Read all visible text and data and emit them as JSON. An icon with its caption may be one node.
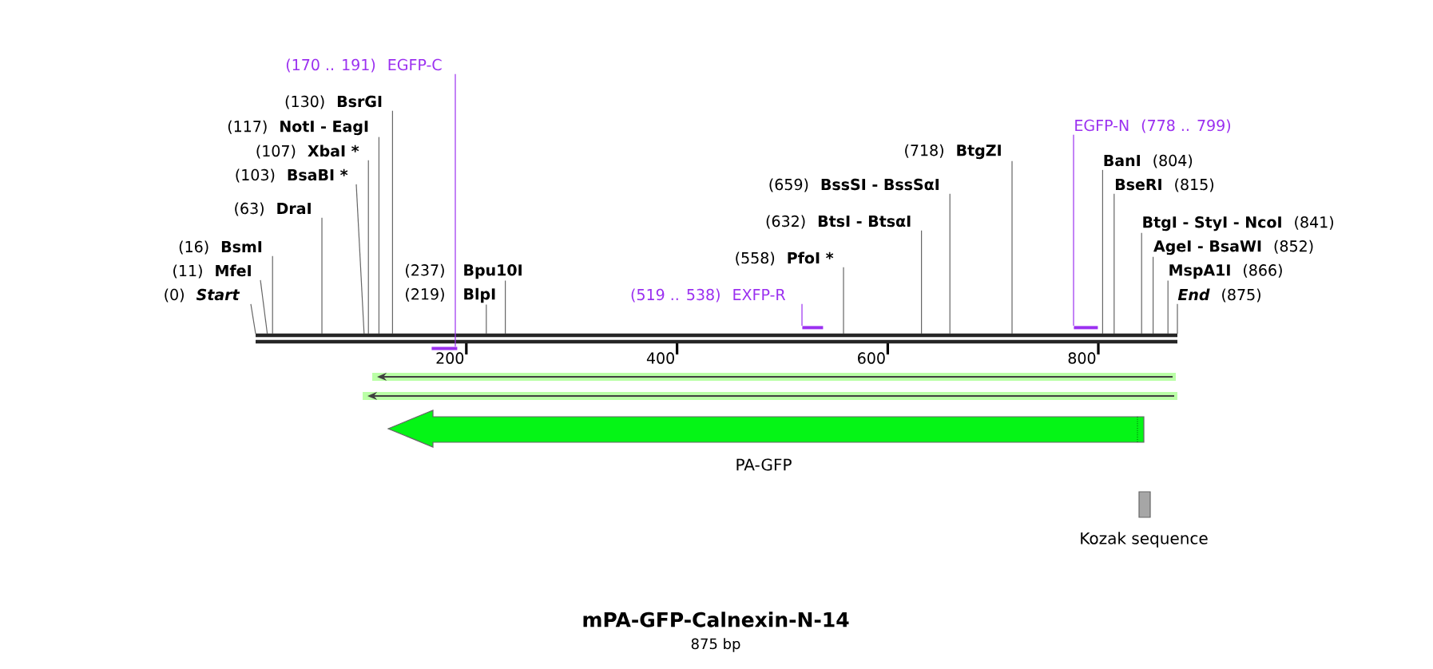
{
  "diagram": {
    "title": "mPA-GFP-Calnexin-N-14",
    "caption": "875 bp",
    "nodes": [
      {
        "text": [
          "(170 .. 191)",
          "EGFP-C"
        ]
      },
      {
        "text": [
          "(130)",
          "BsrGI"
        ]
      },
      {
        "text": [
          "(117)",
          "NotI - EagI"
        ]
      },
      {
        "text": [
          "(107)",
          "XbaI *"
        ]
      },
      {
        "text": [
          "(103)",
          "BsaBI *"
        ]
      },
      {
        "text": [
          "(63)",
          "DraI"
        ]
      },
      {
        "text": [
          "(16)",
          "BsmI"
        ]
      },
      {
        "text": [
          "(11)",
          "MfeI"
        ]
      },
      {
        "text": [
          "(0)",
          "Start"
        ]
      },
      {
        "text": [
          "(237)",
          "Bpu10I"
        ]
      },
      {
        "text": [
          "(219)",
          "BlpI"
        ]
      },
      {
        "text": [
          "(519 .. 538)",
          "EXFP-R"
        ]
      },
      {
        "text": [
          "(558)",
          "PfoI *"
        ]
      },
      {
        "text": [
          "(632)",
          "BtsI - BtsαI"
        ]
      },
      {
        "text": [
          "(659)",
          "BssSI - BssSαI"
        ]
      },
      {
        "text": [
          "(718)",
          "BtgZI"
        ]
      },
      {
        "text": [
          "EGFP-N",
          "(778 .. 799)"
        ]
      },
      {
        "text": [
          "BanI",
          "(804)"
        ]
      },
      {
        "text": [
          "BseRI",
          "(815)"
        ]
      },
      {
        "text": [
          "BtgI - StyI - NcoI",
          "(841)"
        ]
      },
      {
        "text": [
          "AgeI - BsaWI",
          "(852)"
        ]
      },
      {
        "text": [
          "MspA1I",
          "(866)"
        ]
      },
      {
        "text": [
          "End",
          "(875)"
        ]
      },
      {
        "text": [],
        "shape": "bar"
      },
      {
        "text": [],
        "shape": "bar"
      },
      {
        "text": [],
        "shape": "bar"
      },
      {
        "text": [],
        "shape": "bar"
      },
      {
        "text": [
          "PA-GFP"
        ]
      },
      {
        "text": [
          "Kozak sequence"
        ]
      }
    ],
    "edges": [
      {
        "from": 0,
        "to": 24,
        "arrow": "none",
        "color": "#9b30f0"
      },
      {
        "from": 1,
        "to": 23,
        "arrow": "none"
      },
      {
        "from": 2,
        "to": 23,
        "arrow": "none"
      },
      {
        "from": 3,
        "to": 23,
        "arrow": "none"
      },
      {
        "from": 4,
        "to": 23,
        "arrow": "none"
      },
      {
        "from": 5,
        "to": 23,
        "arrow": "none"
      },
      {
        "from": 6,
        "to": 23,
        "arrow": "none"
      },
      {
        "from": 7,
        "to": 23,
        "arrow": "none"
      },
      {
        "from": 8,
        "to": 23,
        "arrow": "none"
      },
      {
        "from": 9,
        "to": 23,
        "arrow": "none"
      },
      {
        "from": 10,
        "to": 23,
        "arrow": "none"
      },
      {
        "from": 11,
        "to": 25,
        "arrow": "none",
        "color": "#9b30f0"
      },
      {
        "from": 12,
        "to": 23,
        "arrow": "none"
      },
      {
        "from": 13,
        "to": 23,
        "arrow": "none"
      },
      {
        "from": 14,
        "to": 23,
        "arrow": "none"
      },
      {
        "from": 15,
        "to": 23,
        "arrow": "none"
      },
      {
        "from": 16,
        "to": 26,
        "arrow": "none",
        "color": "#9b30f0"
      },
      {
        "from": 17,
        "to": 23,
        "arrow": "none"
      },
      {
        "from": 18,
        "to": 23,
        "arrow": "none"
      },
      {
        "from": 19,
        "to": 23,
        "arrow": "none"
      },
      {
        "from": 20,
        "to": 23,
        "arrow": "none"
      },
      {
        "from": 21,
        "to": 23,
        "arrow": "none"
      },
      {
        "from": 22,
        "to": 23,
        "arrow": "none"
      }
    ],
    "labels": [
      "200",
      "400",
      "600",
      "800"
    ]
  }
}
